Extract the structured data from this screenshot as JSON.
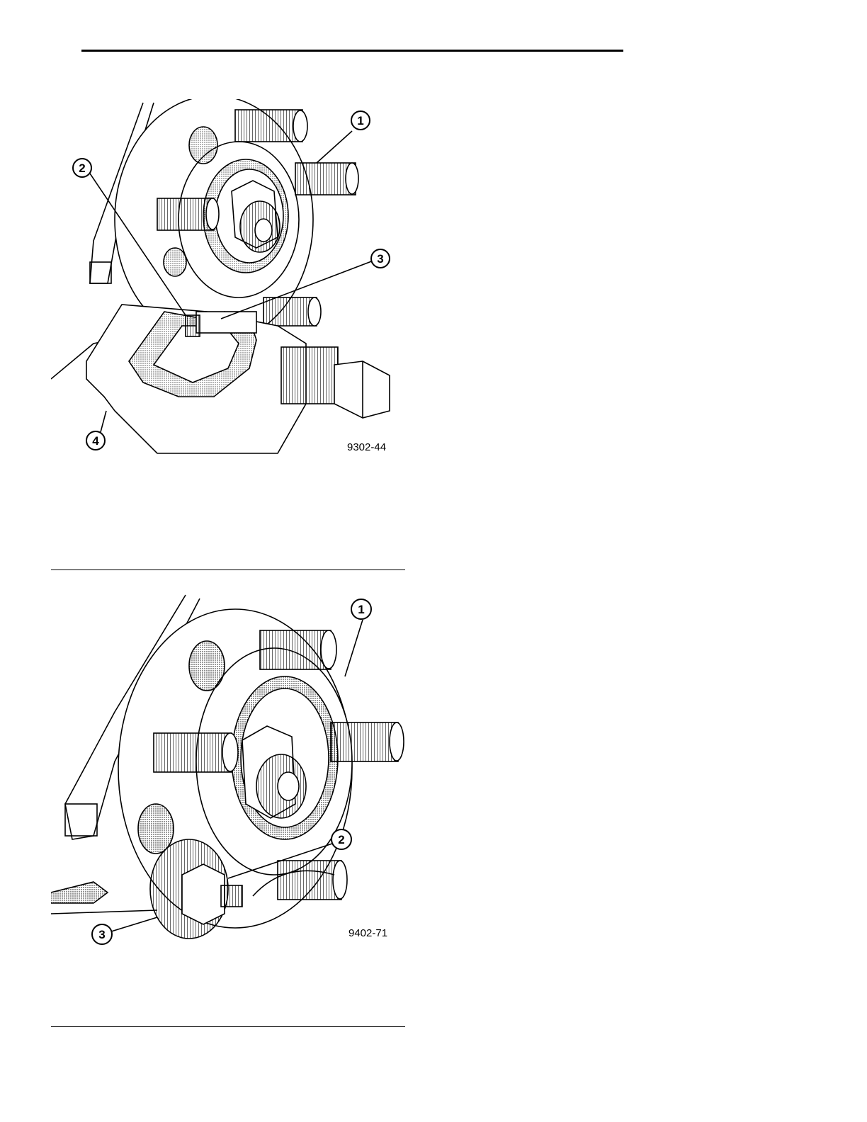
{
  "page": {
    "figures": [
      {
        "id": "9302-44",
        "callouts": [
          "1",
          "2",
          "3",
          "4"
        ]
      },
      {
        "id": "9402-71",
        "callouts": [
          "1",
          "2",
          "3"
        ]
      }
    ]
  }
}
